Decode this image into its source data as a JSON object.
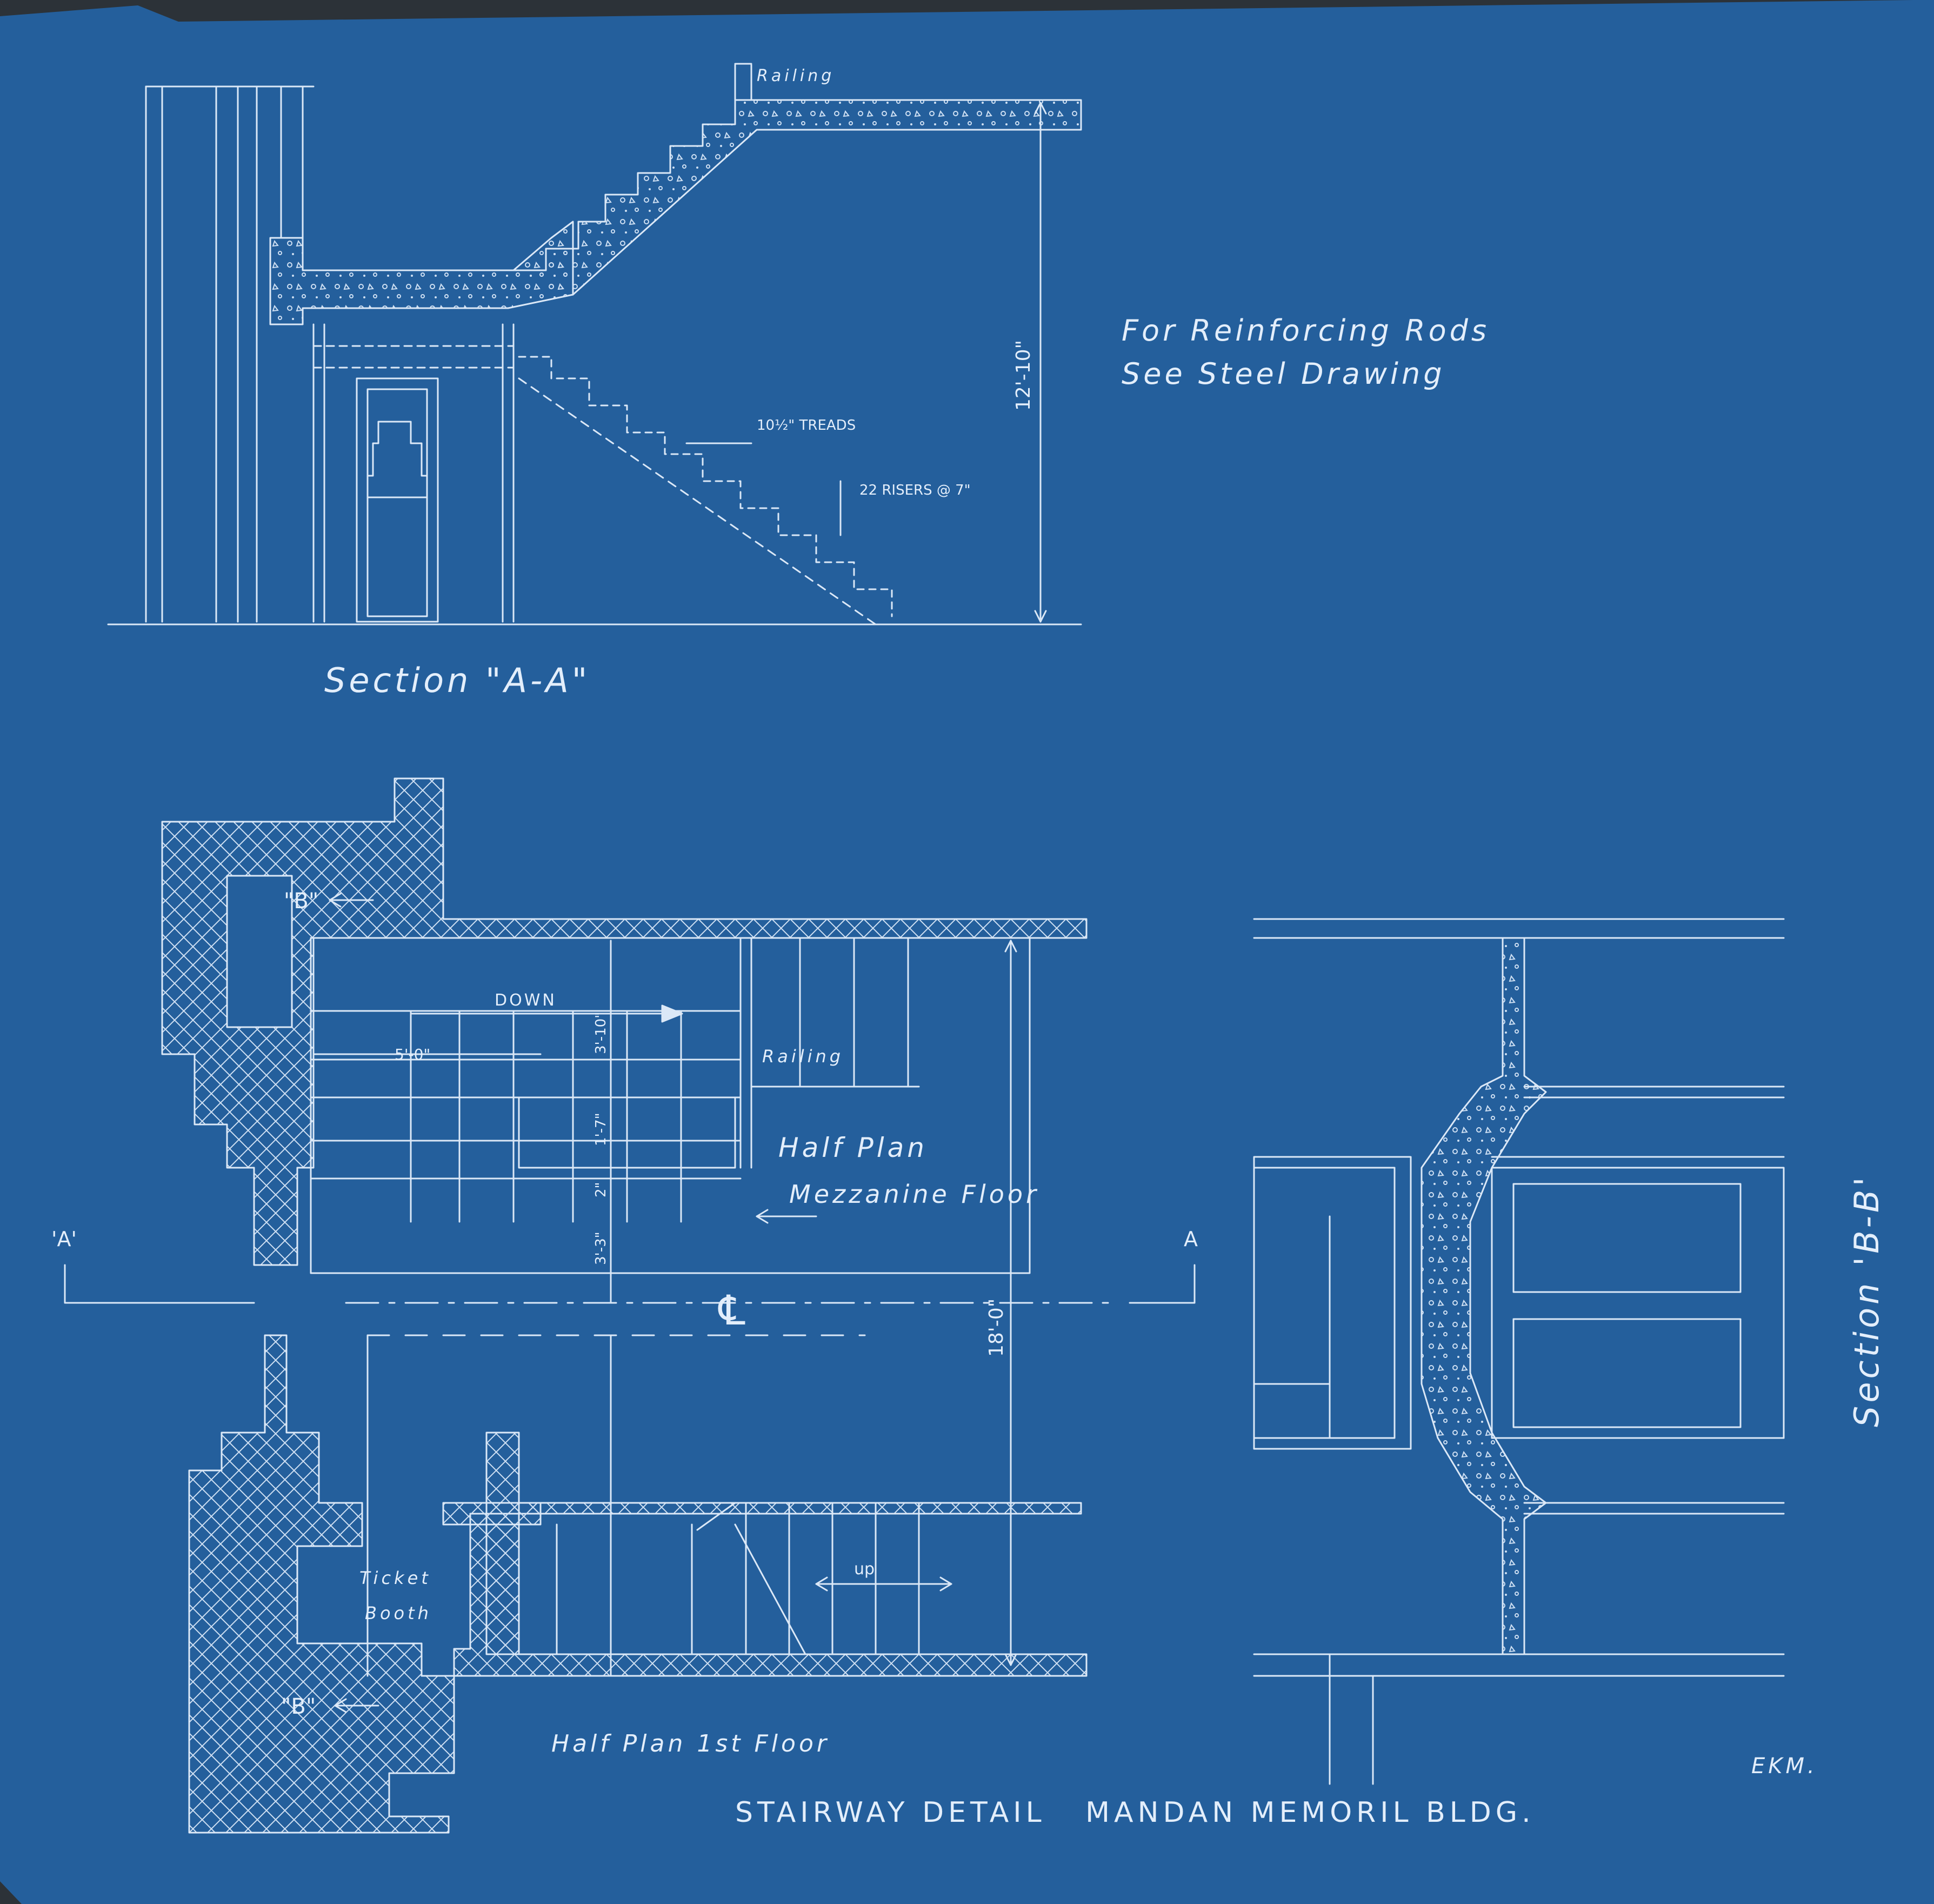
{
  "colors": {
    "paper": "#245f9c",
    "ink": "#dbe8f7",
    "border": "#2c3238"
  },
  "title": "STAIRWAY DETAIL   MANDAN MEMORIL BLDG.",
  "signature": "EKM.",
  "notes": {
    "rods_line1": "For Reinforcing Rods",
    "rods_line2": "See Steel Drawing"
  },
  "section_aa": {
    "title": "Section \"A-A\"",
    "railing": "Railing",
    "height": "12'-10\"",
    "treads": "10½\" TREADS",
    "risers": "22 RISERS @ 7\""
  },
  "mezzanine_plan": {
    "title_line1": "Half Plan",
    "title_line2": "Mezzanine Floor",
    "down": "DOWN",
    "railing": "Railing",
    "width": "5'-0\"",
    "dims": [
      "3'-10\"",
      "1'-7\"",
      "2\"",
      "3'-3\""
    ],
    "cut_b": "\"B\"",
    "cut_a_left": "'A'",
    "cut_a_right": "A",
    "centerline": "℄",
    "overall": "18'-0\""
  },
  "first_floor_plan": {
    "title": "Half Plan 1st Floor",
    "up": "up",
    "booth_line1": "Ticket",
    "booth_line2": "Booth",
    "cut_b": "\"B\""
  },
  "section_bb": {
    "title": "Section 'B-B'"
  }
}
